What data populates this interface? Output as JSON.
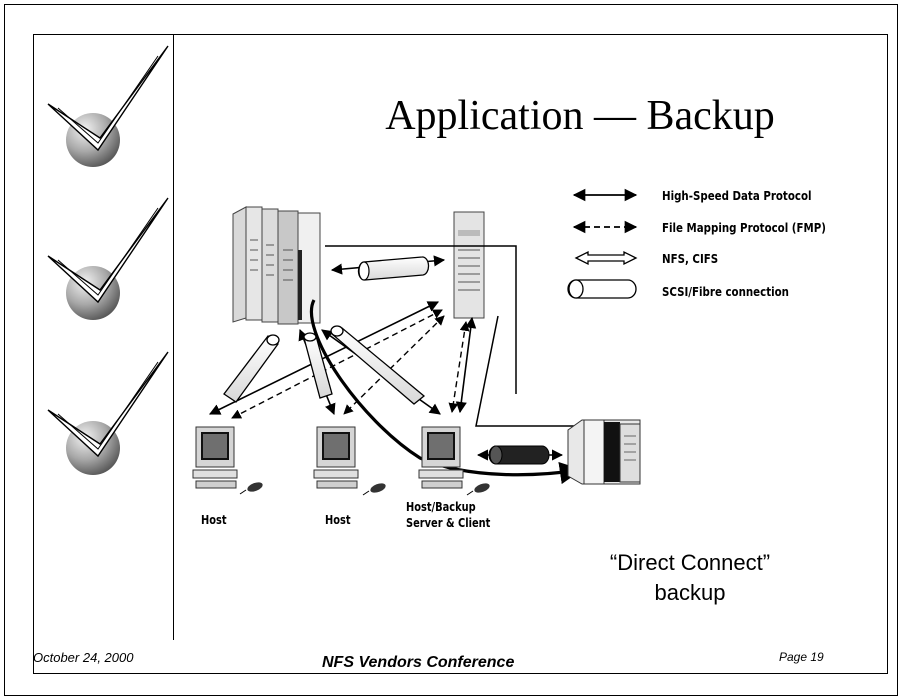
{
  "slide": {
    "title": "Application — Backup",
    "legend": [
      {
        "label": "High-Speed Data Protocol",
        "style": "solid-arrow"
      },
      {
        "label": "File Mapping Protocol (FMP)",
        "style": "dashed-arrow"
      },
      {
        "label": "NFS, CIFS",
        "style": "hollow-arrow"
      },
      {
        "label": "SCSI/Fibre connection",
        "style": "cylinder"
      }
    ],
    "hosts": [
      {
        "label": "Host"
      },
      {
        "label": "Host"
      },
      {
        "label_line1": "Host/Backup",
        "label_line2": "Server & Client"
      }
    ],
    "caption_line1": "“Direct Connect”",
    "caption_line2": "backup",
    "icons": [
      "checkmark-bullet-icon",
      "storage-array-icon",
      "server-tower-icon",
      "workstation-icon",
      "mouse-icon",
      "tape-library-icon"
    ]
  },
  "footer": {
    "date": "October 24, 2000",
    "conference": "NFS Vendors Conference",
    "page": "Page 19"
  }
}
